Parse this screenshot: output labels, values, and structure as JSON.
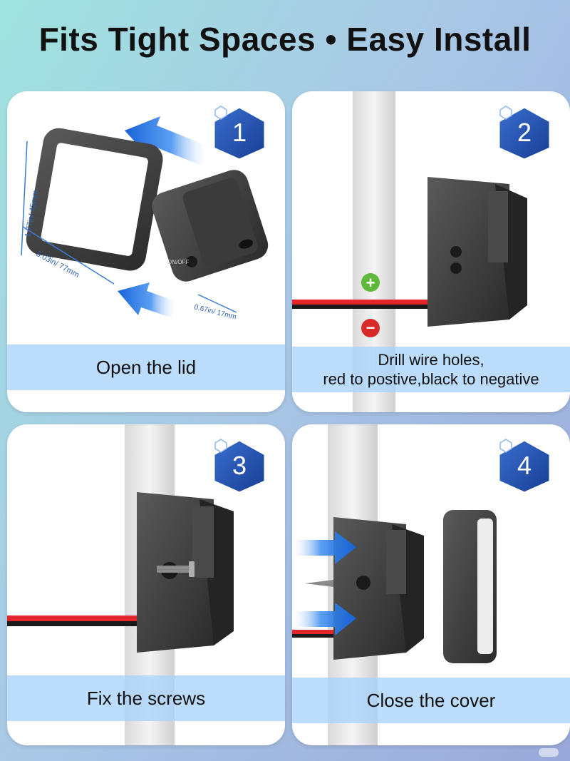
{
  "header": {
    "title": "Fits Tight Spaces • Easy Install"
  },
  "steps": [
    {
      "number": "1",
      "caption": "Open the lid"
    },
    {
      "number": "2",
      "caption_line1": "Drill wire holes,",
      "caption_line2": "red to postive,black to negative"
    },
    {
      "number": "3",
      "caption": "Fix the screws"
    },
    {
      "number": "4",
      "caption": "Close the cover"
    }
  ],
  "dimensions": {
    "height": "1.77in/ 45mm",
    "width": "3.03in/ 77mm",
    "depth": "0.67in/ 17mm"
  },
  "device": {
    "switch_label": "ON/OFF"
  },
  "polarity": {
    "positive": "+",
    "negative": "−"
  },
  "icons": {
    "arrow": "blue-arrow-icon",
    "badge": "hexagon-badge-icon",
    "plus": "plus-icon",
    "minus": "minus-icon"
  },
  "colors": {
    "badge_blue": "#1f4fae",
    "arrow_blue": "#1e6fe0",
    "caption_band": "#a8d2f8",
    "wire_red": "#e3262b",
    "wire_black": "#1a1a1a",
    "plus_green": "#5fb83a",
    "minus_red": "#d92a2a"
  }
}
